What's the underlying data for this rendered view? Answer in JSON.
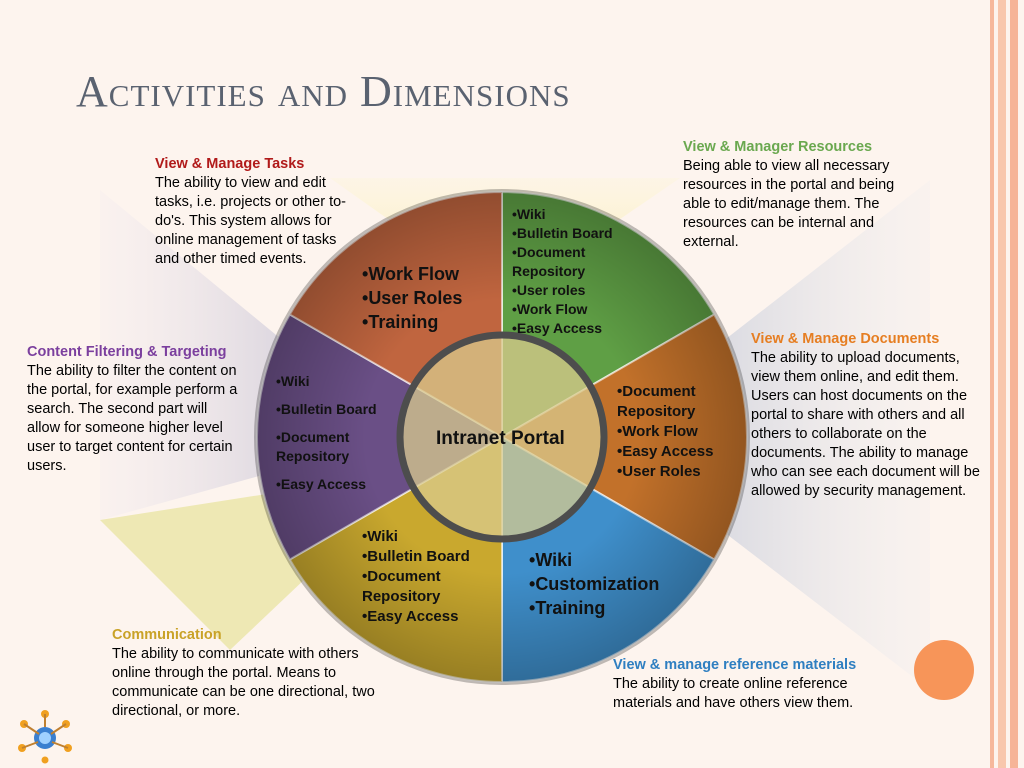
{
  "title": "Activities and Dimensions",
  "center": "Intranet Portal",
  "descriptions": {
    "tasks": {
      "heading": "View & Manage Tasks",
      "body": "The ability to view and edit tasks, i.e. projects or other to-do's. This system allows for online management of tasks and other timed events.",
      "color": "#b11a1a"
    },
    "resources": {
      "heading": "View & Manager Resources",
      "body": "Being able to view all necessary resources in the portal and being able to edit/manage them. The resources can be internal and external.",
      "color": "#6aa84f"
    },
    "documents": {
      "heading": "View & Manage Documents",
      "body": "The ability to upload documents, view them online, and edit them. Users can host documents on the portal to share with others and all others to collaborate on the documents. The ability to manage who can see each document will be allowed by security management.",
      "color": "#e67e22"
    },
    "filtering": {
      "heading": "Content Filtering & Targeting",
      "body": "The ability to filter the content on the portal, for example perform a search. The second part will allow for someone higher level user to target content for certain users.",
      "color": "#7b3f9e"
    },
    "communication": {
      "heading": "Communication",
      "body": "The ability to communicate with others online through the portal.  Means to communicate can be one directional, two directional, or more.",
      "color": "#c9a227"
    },
    "reference": {
      "heading": "View &  manage reference materials",
      "body": "The ability to create online reference materials and have others view them.",
      "color": "#2f7fc1"
    }
  },
  "wedges": {
    "tasks": [
      "Work Flow",
      "User Roles",
      "Training"
    ],
    "resources": [
      "Wiki",
      "Bulletin Board",
      "Document Repository",
      "User roles",
      "Work Flow",
      "Easy Access"
    ],
    "documents": [
      "Document Repository",
      "Work Flow",
      "Easy Access",
      "User Roles"
    ],
    "reference": [
      "Wiki",
      "Customization",
      "Training"
    ],
    "communication": [
      "Wiki",
      "Bulletin Board",
      "Document Repository",
      "Easy Access"
    ],
    "filtering": [
      "Wiki",
      "Bulletin Board",
      "Document Repository",
      "Easy Access"
    ]
  },
  "colors": {
    "tasks": "#c0653f",
    "resources": "#5f9f45",
    "documents": "#c2712a",
    "reference": "#3f8fcb",
    "communication": "#c9a82e",
    "filtering": "#6a4f86",
    "hub": "#d8c88a"
  }
}
